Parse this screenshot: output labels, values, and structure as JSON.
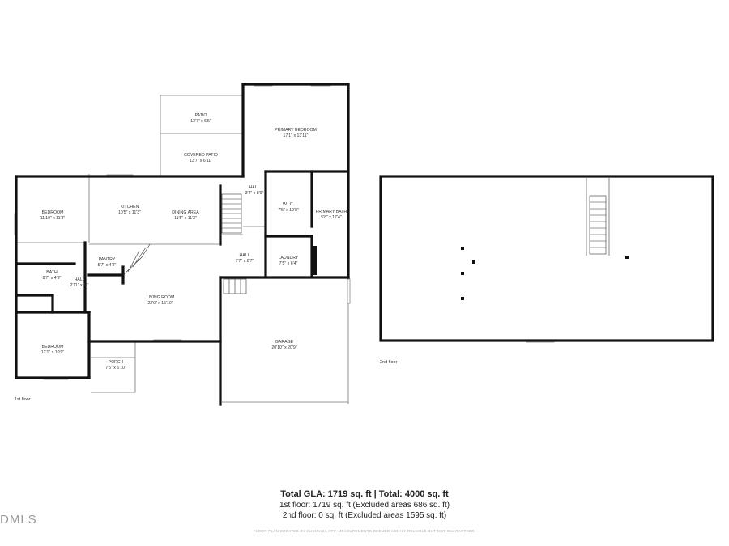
{
  "floors": [
    {
      "label": "1st floor"
    },
    {
      "label": "2nd floor"
    }
  ],
  "rooms": [
    {
      "name": "PATIO",
      "dims": "13'7\" x 6'5\""
    },
    {
      "name": "COVERED PATIO",
      "dims": "13'7\" x 6'11\""
    },
    {
      "name": "PRIMARY BEDROOM",
      "dims": "17'1\" x 13'11\""
    },
    {
      "name": "BEDROOM",
      "dims": "11'10\" x 11'3\""
    },
    {
      "name": "KITCHEN",
      "dims": "10'5\" x 11'3\""
    },
    {
      "name": "DINING AREA",
      "dims": "11'5\" x 11'3\""
    },
    {
      "name": "HALL",
      "dims": "3'4\" x 8'9\""
    },
    {
      "name": "W.I.C.",
      "dims": "7'5\" x 10'8\""
    },
    {
      "name": "PRIMARY BATH",
      "dims": "5'8\" x 17'4\""
    },
    {
      "name": "PANTRY",
      "dims": "5'7\" x 4'2\""
    },
    {
      "name": "HALL",
      "dims": "7'7\" x 8'7\""
    },
    {
      "name": "LAUNDRY",
      "dims": "7'5\" x 6'4\""
    },
    {
      "name": "BATH",
      "dims": "8'7\" x 4'9\""
    },
    {
      "name": "HALL",
      "dims": "2'11\" x 11'"
    },
    {
      "name": "LIVING ROOM",
      "dims": "22'0\" x 15'10\""
    },
    {
      "name": "GARAGE",
      "dims": "20'10\" x 20'9\""
    },
    {
      "name": "BEDROOM",
      "dims": "12'1\" x 10'9\""
    },
    {
      "name": "PORCH",
      "dims": "7'5\" x 6'10\""
    }
  ],
  "summary": {
    "total": "Total GLA: 1719 sq. ft | Total: 4000 sq. ft",
    "floor1": "1st floor: 1719 sq. ft (Excluded areas 686 sq. ft)",
    "floor2": "2nd floor: 0 sq. ft (Excluded areas 1595 sq. ft)"
  },
  "disclaimer": "FLOOR PLAN CREATED BY CUBICASA APP. MEASUREMENTS DEEMED HIGHLY RELIABLE BUT NOT GUARANTEED.",
  "watermark": "DMLS",
  "colors": {
    "wall": "#111111",
    "thin": "#666666",
    "window": "#999999"
  }
}
